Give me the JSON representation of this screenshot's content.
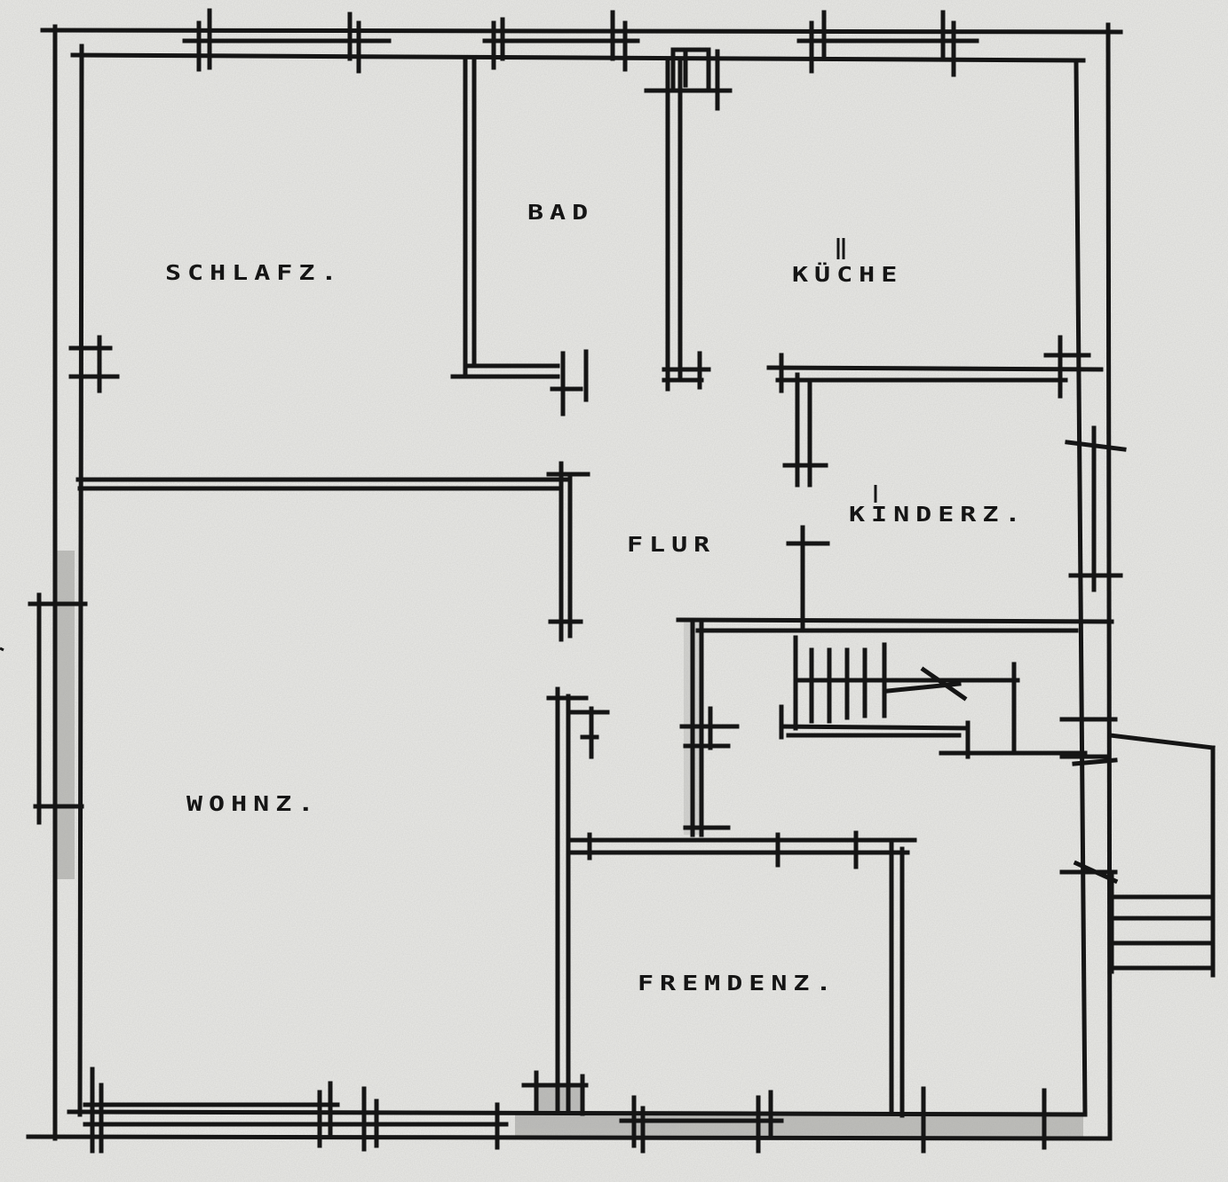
{
  "rooms": {
    "schlafz": "SCHLAFZ.",
    "bad": "BAD",
    "kueche": "KÜCHE",
    "kinderz": "KINDERZ.",
    "flur": "FLUR",
    "wohnz": "WOHNZ.",
    "fremdenz": "FREMDENZ."
  },
  "colors": {
    "paper": "#ebebe8",
    "ink": "#151515",
    "shadow": "#9a9a98"
  }
}
